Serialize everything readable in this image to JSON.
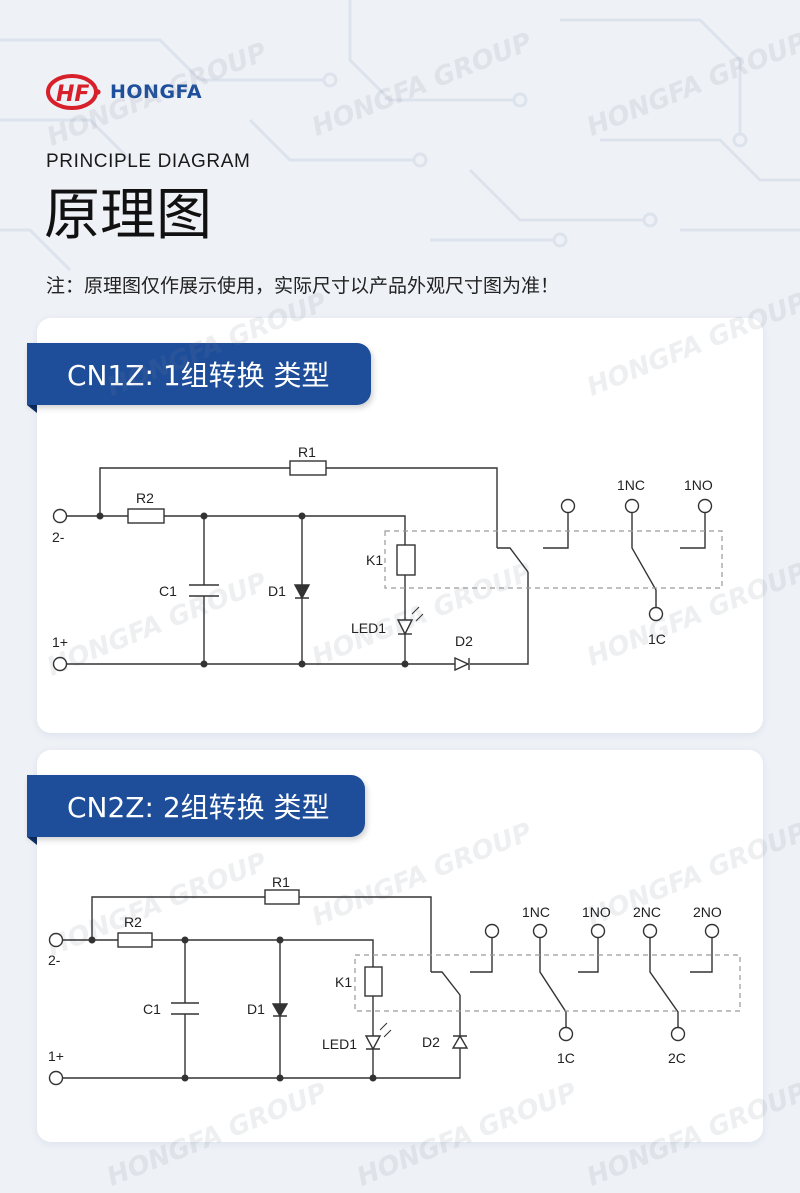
{
  "brand": {
    "logo_text": "HONGFA",
    "logo_mark": "HF",
    "watermark": "HONGFA GROUP"
  },
  "header": {
    "en_title": "PRINCIPLE DIAGRAM",
    "cn_title": "原理图",
    "note": "注：原理图仅作展示使用，实际尺寸以产品外观尺寸图为准！"
  },
  "diagram1": {
    "title": "CN1Z: 1组转换 类型",
    "labels": {
      "r1": "R1",
      "r2": "R2",
      "c1": "C1",
      "d1": "D1",
      "k1": "K1",
      "led1": "LED1",
      "d2": "D2",
      "neg": "2-",
      "pos": "1+",
      "nc1": "1NC",
      "no1": "1NO",
      "c1_contact": "1C"
    }
  },
  "diagram2": {
    "title": "CN2Z: 2组转换 类型",
    "labels": {
      "r1": "R1",
      "r2": "R2",
      "c1": "C1",
      "d1": "D1",
      "k1": "K1",
      "led1": "LED1",
      "d2": "D2",
      "neg": "2-",
      "pos": "1+",
      "nc1": "1NC",
      "no1": "1NO",
      "nc2": "2NC",
      "no2": "2NO",
      "c1_contact": "1C",
      "c2_contact": "2C"
    }
  },
  "colors": {
    "brand_red": "#d7202a",
    "brand_blue": "#1d4f9c",
    "ribbon": "#1e4e9a",
    "line": "#333333",
    "dash": "#9a9a9a"
  }
}
